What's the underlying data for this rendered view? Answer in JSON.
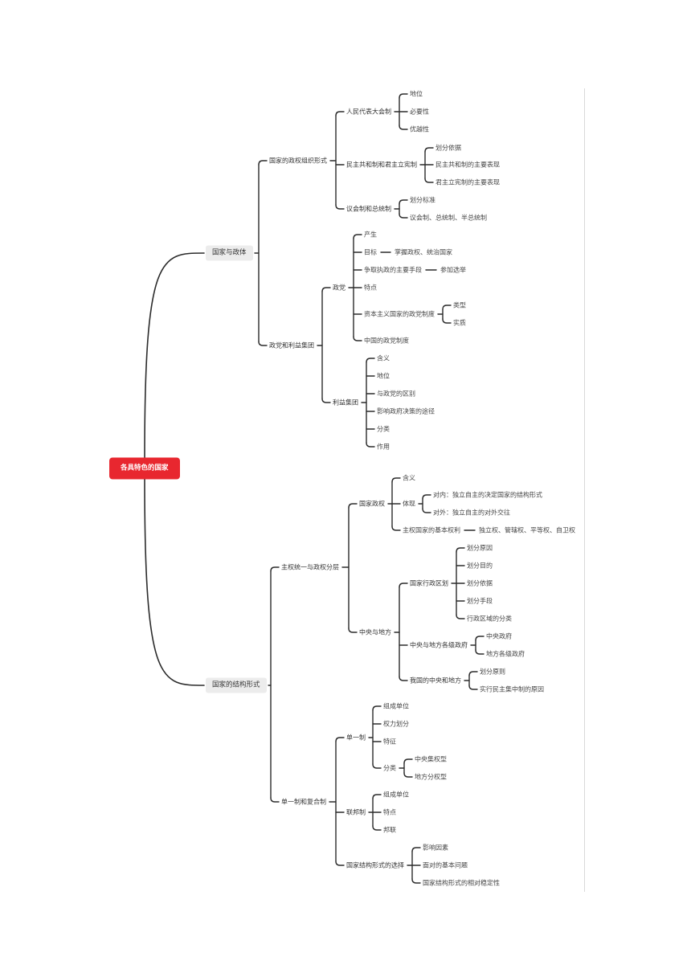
{
  "root": "各具特色的国家",
  "n1": "国家与政体",
  "n1_1": "国家的政权组织形式",
  "n1_1_1": "人民代表大会制",
  "n1_1_1_1": "地位",
  "n1_1_1_2": "必要性",
  "n1_1_1_3": "优越性",
  "n1_1_2": "民主共和制和君主立宪制",
  "n1_1_2_1": "划分依据",
  "n1_1_2_2": "民主共和制的主要表现",
  "n1_1_2_3": "君主立宪制的主要表现",
  "n1_1_3": "议会制和总统制",
  "n1_1_3_1": "划分标准",
  "n1_1_3_2": "议会制、总统制、半总统制",
  "n1_2": "政党和利益集团",
  "n1_2_1": "政党",
  "n1_2_1_1": "产生",
  "n1_2_1_2": "目标",
  "n1_2_1_2_1": "掌握政权、统治国家",
  "n1_2_1_3": "争取执政的主要手段",
  "n1_2_1_3_1": "参加选举",
  "n1_2_1_4": "特点",
  "n1_2_1_5": "资本主义国家的政党制度",
  "n1_2_1_5_1": "类型",
  "n1_2_1_5_2": "实质",
  "n1_2_1_6": "中国的政党制度",
  "n1_2_2": "利益集团",
  "n1_2_2_1": "含义",
  "n1_2_2_2": "地位",
  "n1_2_2_3": "与政党的区别",
  "n1_2_2_4": "影响政府决策的途径",
  "n1_2_2_5": "分类",
  "n1_2_2_6": "作用",
  "n2": "国家的结构形式",
  "n2_1": "主权统一与政权分层",
  "n2_1_1": "国家政权",
  "n2_1_1_1": "含义",
  "n2_1_1_2": "体现",
  "n2_1_1_2_1": "对内：独立自主的决定国家的结构形式",
  "n2_1_1_2_2": "对外：独立自主的对外交往",
  "n2_1_1_3": "主权国家的基本权利",
  "n2_1_1_3_1": "独立权、管辖权、平等权、自卫权",
  "n2_1_2": "中央与地方",
  "n2_1_2_1": "国家行政区划",
  "n2_1_2_1_1": "划分原因",
  "n2_1_2_1_2": "划分目的",
  "n2_1_2_1_3": "划分依据",
  "n2_1_2_1_4": "划分手段",
  "n2_1_2_1_5": "行政区域的分类",
  "n2_1_2_2": "中央与地方各级政府",
  "n2_1_2_2_1": "中央政府",
  "n2_1_2_2_2": "地方各级政府",
  "n2_1_2_3": "我国的中央和地方",
  "n2_1_2_3_1": "划分原则",
  "n2_1_2_3_2": "实行民主集中制的原因",
  "n2_2": "单一制和复合制",
  "n2_2_1": "单一制",
  "n2_2_1_1": "组成单位",
  "n2_2_1_2": "权力划分",
  "n2_2_1_3": "特征",
  "n2_2_1_4": "分类",
  "n2_2_1_4_1": "中央集权型",
  "n2_2_1_4_2": "地方分权型",
  "n2_2_2": "联邦制",
  "n2_2_2_1": "组成单位",
  "n2_2_2_2": "特点",
  "n2_2_2_3": "邦联",
  "n2_2_3": "国家结构形式的选择",
  "n2_2_3_1": "影响因素",
  "n2_2_3_2": "面对的基本问题",
  "n2_2_3_3": "国家结构形式的相对稳定性",
  "colors": {
    "root": "#e8272f",
    "line": "#2b2b2b",
    "node_bg": "#ececec"
  }
}
